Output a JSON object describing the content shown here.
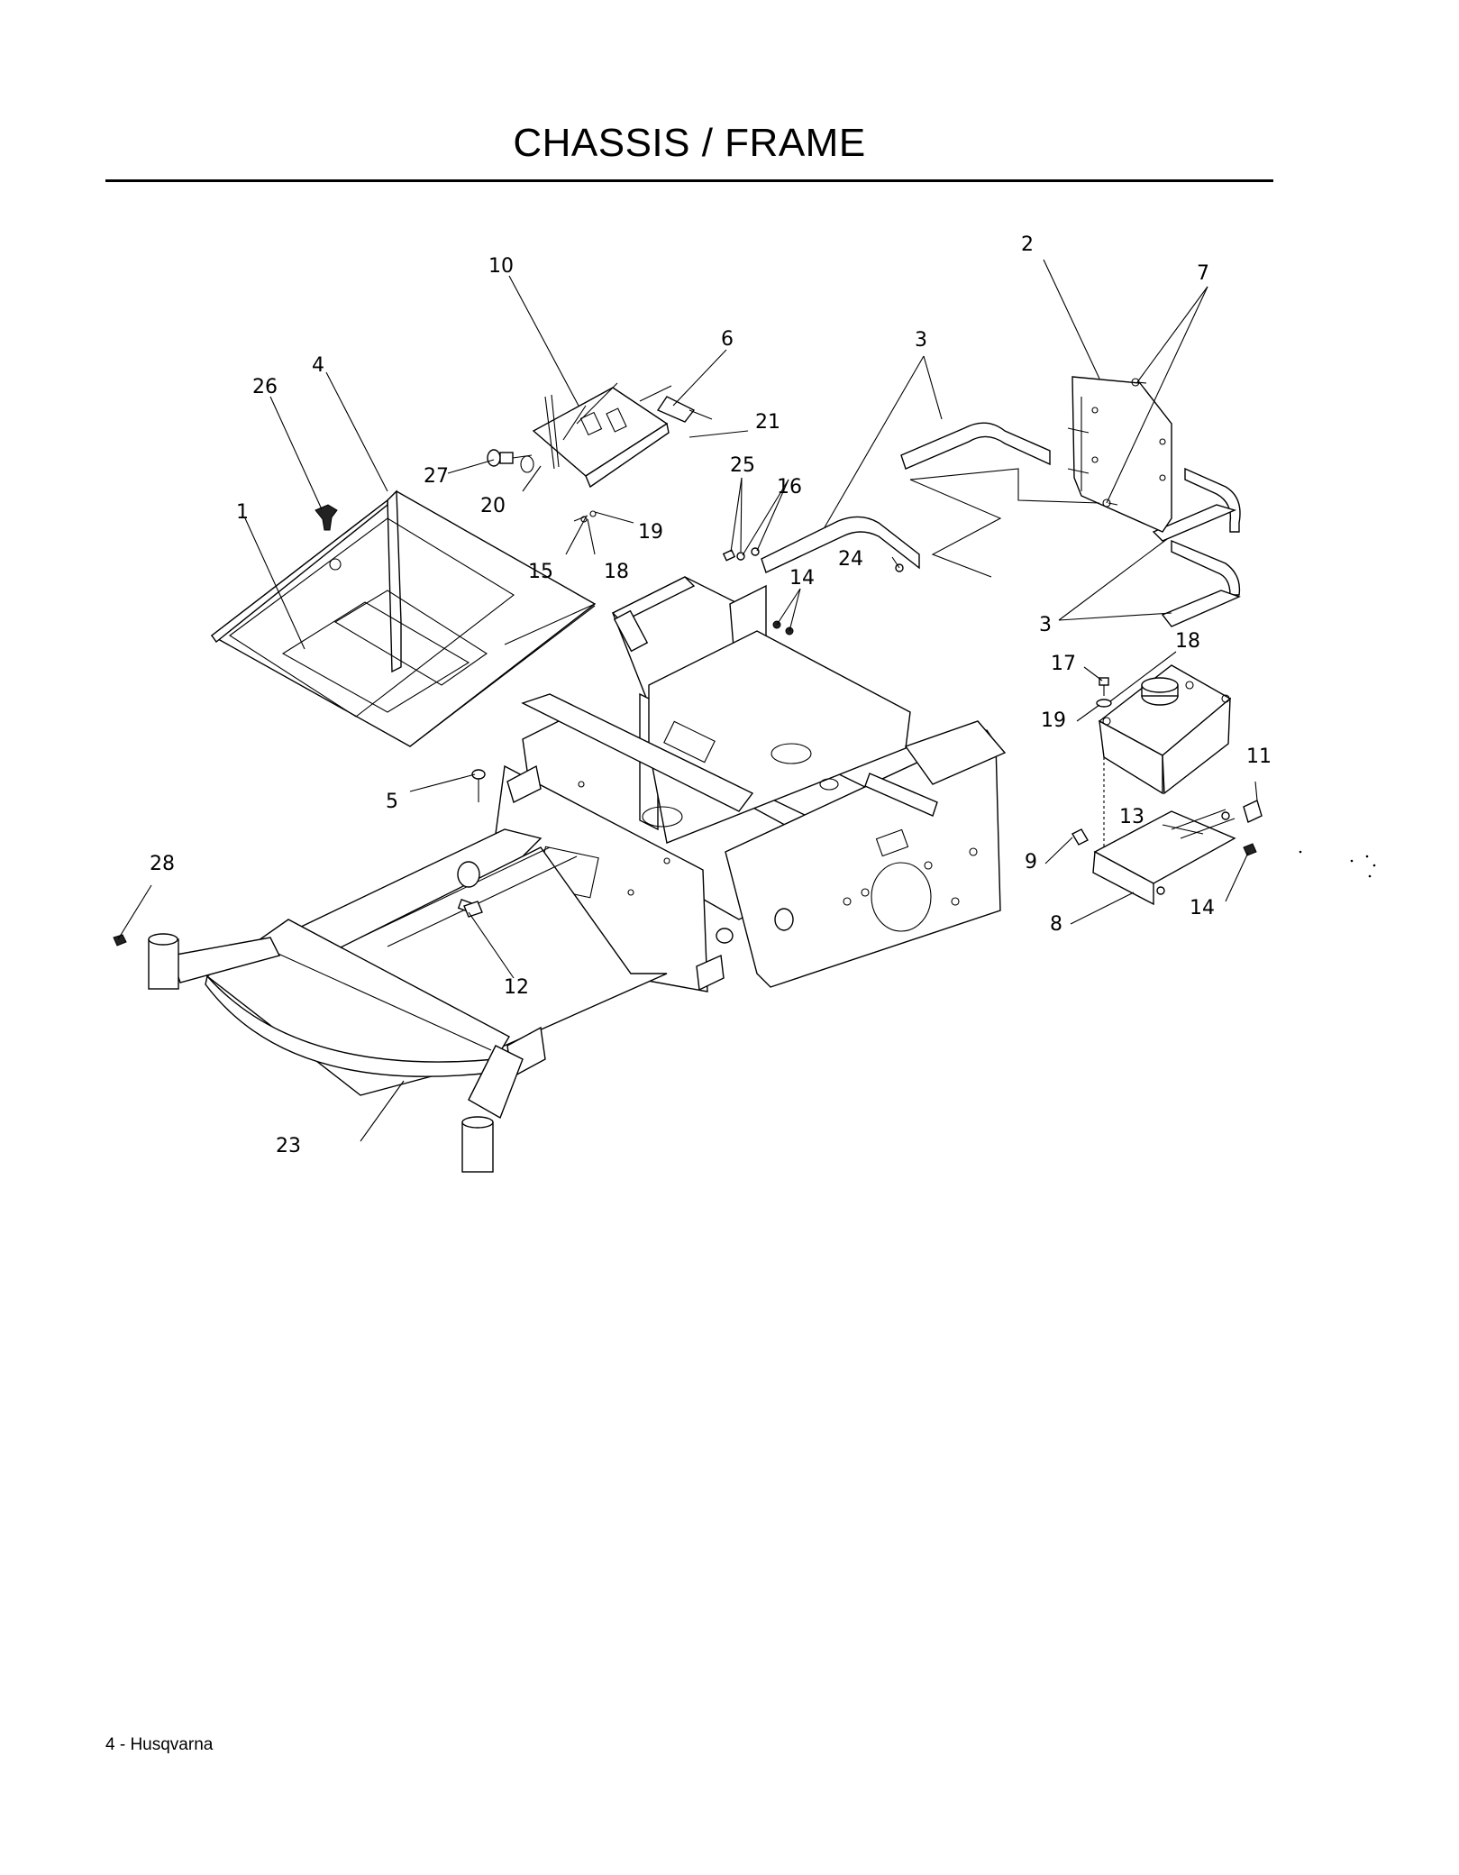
{
  "page": {
    "title": "CHASSIS / FRAME",
    "footer": "4 - Husqvarna"
  },
  "callouts": {
    "c1": "1",
    "c2": "2",
    "c3a": "3",
    "c3b": "3",
    "c4": "4",
    "c5": "5",
    "c6": "6",
    "c7": "7",
    "c8": "8",
    "c9": "9",
    "c10": "10",
    "c11": "11",
    "c12": "12",
    "c13": "13",
    "c14a": "14",
    "c14b": "14",
    "c15": "15",
    "c16": "16",
    "c17": "17",
    "c18a": "18",
    "c18b": "18",
    "c19a": "19",
    "c19b": "19",
    "c20": "20",
    "c21": "21",
    "c23": "23",
    "c24": "24",
    "c25": "25",
    "c26": "26",
    "c27": "27",
    "c28": "28"
  }
}
